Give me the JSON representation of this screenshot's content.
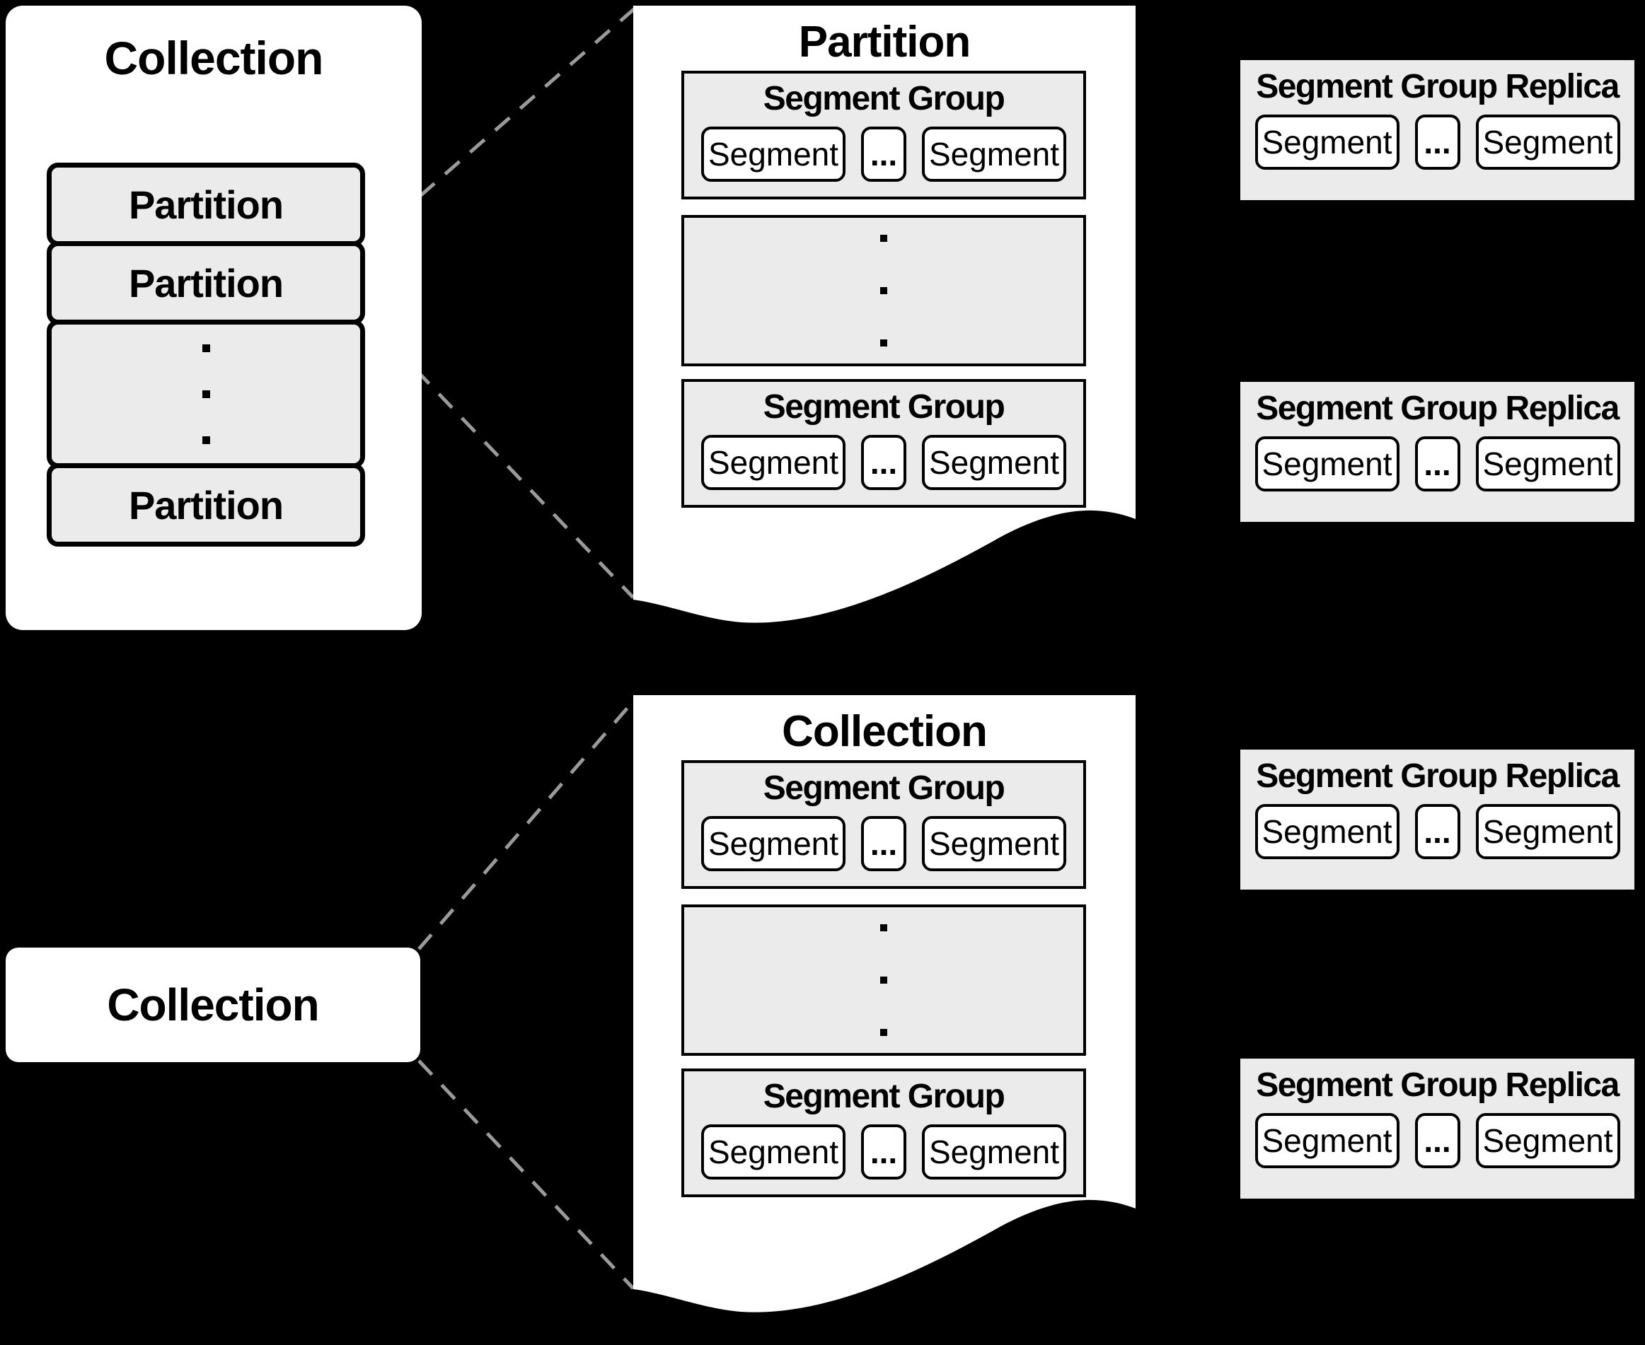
{
  "colors": {
    "background": "#000000",
    "panel": "#ffffff",
    "box_fill": "#ebebeb",
    "border": "#000000",
    "connector_dash": "#9a9a9a"
  },
  "top": {
    "collection": {
      "title": "Collection",
      "partitions": [
        "Partition",
        "Partition",
        "Partition"
      ],
      "ellipsis": "⋮"
    },
    "partition_panel": {
      "title": "Partition",
      "ellipsis": "⋮",
      "groups": [
        {
          "title": "Segment Group",
          "segments": [
            "Segment",
            "...",
            "Segment"
          ]
        },
        {
          "title": "Segment Group",
          "segments": [
            "Segment",
            "...",
            "Segment"
          ]
        }
      ]
    },
    "replicas": [
      {
        "title": "Segment Group Replica",
        "segments": [
          "Segment",
          "...",
          "Segment"
        ]
      },
      {
        "title": "Segment Group Replica",
        "segments": [
          "Segment",
          "...",
          "Segment"
        ]
      }
    ]
  },
  "bottom": {
    "collection_label": {
      "title": "Collection"
    },
    "collection_panel": {
      "title": "Collection",
      "ellipsis": "⋮",
      "groups": [
        {
          "title": "Segment Group",
          "segments": [
            "Segment",
            "...",
            "Segment"
          ]
        },
        {
          "title": "Segment Group",
          "segments": [
            "Segment",
            "...",
            "Segment"
          ]
        }
      ]
    },
    "replicas": [
      {
        "title": "Segment Group Replica",
        "segments": [
          "Segment",
          "...",
          "Segment"
        ]
      },
      {
        "title": "Segment Group Replica",
        "segments": [
          "Segment",
          "...",
          "Segment"
        ]
      }
    ]
  }
}
